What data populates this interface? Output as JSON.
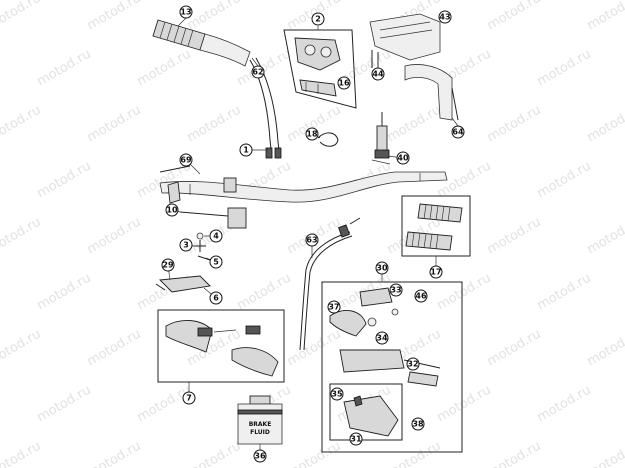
{
  "watermark_text": "motod.ru",
  "callouts": [
    {
      "id": "c13",
      "label": "13"
    },
    {
      "id": "c2",
      "label": "2"
    },
    {
      "id": "c43",
      "label": "43"
    },
    {
      "id": "c62",
      "label": "62"
    },
    {
      "id": "c16",
      "label": "16"
    },
    {
      "id": "c44",
      "label": "44"
    },
    {
      "id": "c64",
      "label": "64"
    },
    {
      "id": "c1",
      "label": "1"
    },
    {
      "id": "c18",
      "label": "18"
    },
    {
      "id": "c40",
      "label": "40"
    },
    {
      "id": "c69",
      "label": "69"
    },
    {
      "id": "c10",
      "label": "10"
    },
    {
      "id": "c4",
      "label": "4"
    },
    {
      "id": "c3",
      "label": "3"
    },
    {
      "id": "c5",
      "label": "5"
    },
    {
      "id": "c29",
      "label": "29"
    },
    {
      "id": "c6",
      "label": "6"
    },
    {
      "id": "c63",
      "label": "63"
    },
    {
      "id": "c17",
      "label": "17"
    },
    {
      "id": "c30",
      "label": "30"
    },
    {
      "id": "c37",
      "label": "37"
    },
    {
      "id": "c33",
      "label": "33"
    },
    {
      "id": "c46",
      "label": "46"
    },
    {
      "id": "c34",
      "label": "34"
    },
    {
      "id": "c32",
      "label": "32"
    },
    {
      "id": "c7",
      "label": "7"
    },
    {
      "id": "c35",
      "label": "35"
    },
    {
      "id": "c38",
      "label": "38"
    },
    {
      "id": "c31",
      "label": "31"
    },
    {
      "id": "c36",
      "label": "36"
    }
  ],
  "fluid_bottle": {
    "label_line1": "BRAKE",
    "label_line2": "FLUID"
  }
}
